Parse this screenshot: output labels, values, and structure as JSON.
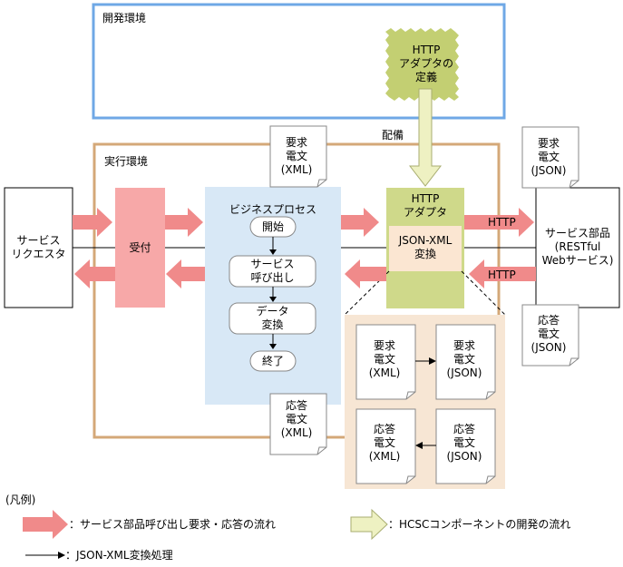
{
  "dev_env": {
    "label": "開発環境"
  },
  "http_adapter_def": {
    "label": "HTTP\nアダプタの\n定義"
  },
  "deploy": {
    "label": "配備"
  },
  "run_env": {
    "label": "実行環境"
  },
  "service_requester": {
    "label": "サービス\nリクエスタ"
  },
  "reception": {
    "label": "受付"
  },
  "business_process": {
    "title": "ビジネスプロセス",
    "start": "開始",
    "call_service": "サービス\n呼び出し",
    "convert_data": "データ\n変換",
    "end": "終了"
  },
  "http_adapter": {
    "title": "HTTP\nアダプタ",
    "converter": "JSON-XML\n変換"
  },
  "service_component": {
    "label": "サービス部品\n(RESTful\nWebサービス)"
  },
  "http_request": "HTTP",
  "http_response": "HTTP",
  "docs": {
    "request_xml_top": "要求\n電文\n(XML)",
    "request_json_top": "要求\n電文\n(JSON)",
    "response_json_right": "応答\n電文\n(JSON)",
    "response_xml_bottom": "応答\n電文\n(XML)",
    "detail_req_xml": "要求\n電文\n(XML)",
    "detail_req_json": "要求\n電文\n(JSON)",
    "detail_res_xml": "応答\n電文\n(XML)",
    "detail_res_json": "応答\n電文\n(JSON)"
  },
  "legend": {
    "title": "(凡例)",
    "service_call_flow": "：サービス部品呼び出し要求・応答の流れ",
    "hcsc_dev_flow": "：HCSCコンポーネントの開発の流れ",
    "json_xml_processing": "：JSON-XML変換処理"
  },
  "colors": {
    "dev_env_border": "#6fa8e6",
    "run_env_border": "#d4a878",
    "adapter_fill": "#cfd98a",
    "adapter_def_fill": "#c3cf72",
    "reception_fill": "#f7a8a8",
    "process_fill": "#d8e8f6",
    "converter_fill": "#fbe6d2",
    "detail_fill": "#f7e6d4",
    "pink_arrow": "#f08a8a",
    "green_arrow": "#eef1c2"
  }
}
